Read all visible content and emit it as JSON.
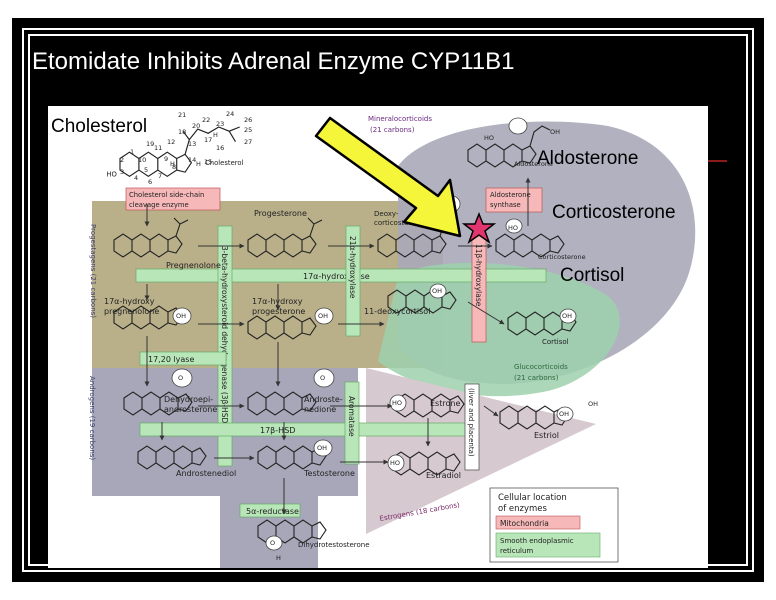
{
  "slide": {
    "title": "Etomidate Inhibits Adrenal Enzyme CYP11B1",
    "colors": {
      "background": "#000000",
      "title_text": "#ffffff",
      "arrow": "#f5f53a",
      "star": "#e0356e"
    }
  },
  "callouts": {
    "cholesterol": "Cholesterol",
    "aldosterone": "Aldosterone",
    "corticosterone": "Corticosterone",
    "cortisol": "Cortisol"
  },
  "regions": {
    "mineralocorticoids": "Mineralocorticoids",
    "mineralocorticoids_carbons": "(21 carbons)",
    "glucocorticoids": "Glucocorticoids",
    "glucocorticoids_carbons": "(21 carbons)",
    "progestagens": "Progestagens (21 carbons)",
    "androgens": "Androgens (19 carbons)",
    "estrogens": "Estrogens (18 carbons)"
  },
  "compounds": {
    "cholesterol": "Cholesterol",
    "pregnenolone": "Pregnenolone",
    "progesterone": "Progesterone",
    "deoxycorticosterone_1": "Deoxy-",
    "deoxycorticosterone_2": "corticosterone",
    "oh_pregnenolone_1": "17α-hydroxy",
    "oh_pregnenolone_2": "pregnenolone",
    "oh_progesterone_1": "17α-hydroxy",
    "oh_progesterone_2": "progesterone",
    "deoxycortisol": "11-deoxycortisol",
    "corticosterone": "Corticosterone",
    "aldosterone": "Aldosterone",
    "cortisol": "Cortisol",
    "dhea_1": "Dehydroepi-",
    "dhea_2": "androsterone",
    "androstenedione_1": "Androste-",
    "androstenedione_2": "nedione",
    "androstenediol": "Androstenediol",
    "testosterone": "Testosterone",
    "estrone": "Estrone",
    "estradiol": "Estradiol",
    "estriol": "Estriol",
    "dihydrotestosterone": "Dihydrotestosterone"
  },
  "enzymes": {
    "scc_1": "Cholesterol side-chain",
    "scc_2": "cleavage enzyme",
    "aldosterone_synthase_1": "Aldosterone",
    "aldosterone_synthase_2": "synthase",
    "hydroxylase_17a": "17α-hydroxylase",
    "hydroxylase_21": "21α-hydroxylase",
    "hydroxylase_11b": "11β-hydroxylase",
    "hsd_3b": "3-beta-hydroxysteroid dehydrogenase (3β-HSD)",
    "lyase_17_20": "17,20 lyase",
    "hsd_17b": "17β-HSD",
    "aromatase": "Aromatase",
    "liver_placenta": "(liver and placenta)",
    "reductase_5a": "5α-reductase"
  },
  "cholesterol_numbers": [
    "21",
    "22",
    "24",
    "26",
    "25",
    "27",
    "23",
    "20",
    "18",
    "12",
    "17",
    "13",
    "16",
    "11",
    "14",
    "15",
    "19",
    "9",
    "8",
    "1",
    "10",
    "2",
    "5",
    "7",
    "3",
    "4",
    "6"
  ],
  "atom_labels": {
    "h": "H",
    "ho": "HO",
    "o": "O",
    "oh": "OH"
  },
  "legend": {
    "title_1": "Cellular location",
    "title_2": "of enzymes",
    "mitochondria": "Mitochondria",
    "ser_1": "Smooth endoplasmic",
    "ser_2": "reticulum",
    "colors": {
      "mitochondria": "#f6b8b8",
      "ser": "#b8e6b8"
    }
  }
}
